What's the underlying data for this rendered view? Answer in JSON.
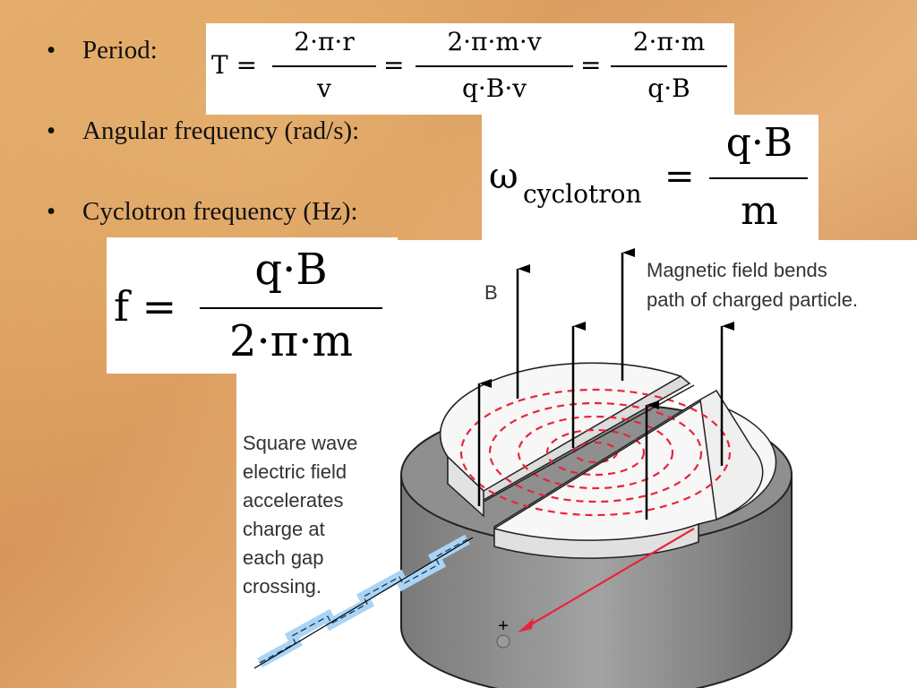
{
  "bullets": [
    {
      "marker": "•",
      "text": "Period:"
    },
    {
      "marker": "•",
      "text": "Angular frequency (rad/s):"
    },
    {
      "marker": "•",
      "text": "Cyclotron frequency (Hz):"
    }
  ],
  "period_equation": {
    "lhs": "T =",
    "term1_num": "2·π·r",
    "term1_den": "v",
    "eq1": "=",
    "term2_num": "2·π·m·v",
    "term2_den": "q·B·v",
    "eq2": "=",
    "term3_num": "2·π·m",
    "term3_den": "q·B"
  },
  "angular_equation": {
    "omega": "ω",
    "subscript": "cyclotron",
    "equals": "=",
    "numerator": "q·B",
    "denominator": "m"
  },
  "frequency_equation": {
    "lhs": "f =",
    "numerator": "q·B",
    "denominator": "2·π·m"
  },
  "diagram": {
    "b_label": "B",
    "magnetic_caption": [
      "Magnetic field bends",
      "path of charged particle."
    ],
    "square_wave_caption": [
      "Square wave",
      "electric field",
      "accelerates",
      "charge at",
      "each gap",
      "crossing."
    ],
    "charge_sign": "+",
    "colors": {
      "path": "#e8243c",
      "wave": "#a9d4f5",
      "cylinder": "#8c8c8c",
      "dee": "#f7f7f7"
    }
  }
}
